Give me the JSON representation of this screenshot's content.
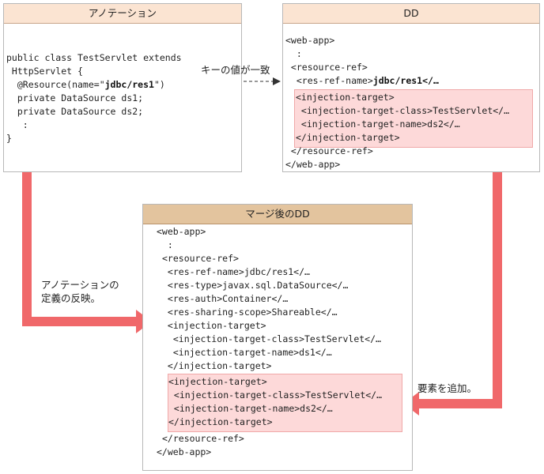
{
  "annotation_panel": {
    "title": "アノテーション",
    "code": [
      "public class TestServlet extends",
      " HttpServlet {",
      "  @Resource(name=\"",
      "  private DataSource ds1;",
      "  private DataSource ds2;",
      "   :",
      "}"
    ],
    "resource_name": "jdbc/res1",
    "resource_close": "\")"
  },
  "dd_panel": {
    "title": "DD",
    "code": [
      "<web-app>",
      "  :",
      " <resource-ref>",
      "  <res-ref-name>"
    ],
    "ref_name_bold": "jdbc/res1</…",
    "highlight": [
      "<injection-target>",
      " <injection-target-class>TestServlet</…",
      " <injection-target-name>ds2</…",
      "</injection-target>"
    ],
    "tail": [
      " </resource-ref>",
      "</web-app>"
    ]
  },
  "merged_panel": {
    "title": "マージ後のDD",
    "head": [
      "<web-app>",
      "  :"
    ],
    "body": [
      "<resource-ref>",
      " <res-ref-name>jdbc/res1</…",
      " <res-type>javax.sql.DataSource</…",
      " <res-auth>Container</…",
      " <res-sharing-scope>Shareable</…",
      " <injection-target>",
      "  <injection-target-class>TestServlet</…",
      "  <injection-target-name>ds1</…",
      " </injection-target>"
    ],
    "highlight": [
      "<injection-target>",
      " <injection-target-class>TestServlet</…",
      " <injection-target-name>ds2</…",
      "</injection-target>"
    ],
    "tail": [
      "</resource-ref>",
      "</web-app>"
    ]
  },
  "labels": {
    "key_match": "キーの値が一致",
    "reflect_line1": "アノテーションの",
    "reflect_line2": "定義の反映。",
    "add_element": "要素を追加。"
  },
  "colors": {
    "header_fill": "#fbe4d2",
    "highlight_fill": "#fdd9d9",
    "arrow": "#f0686a"
  }
}
